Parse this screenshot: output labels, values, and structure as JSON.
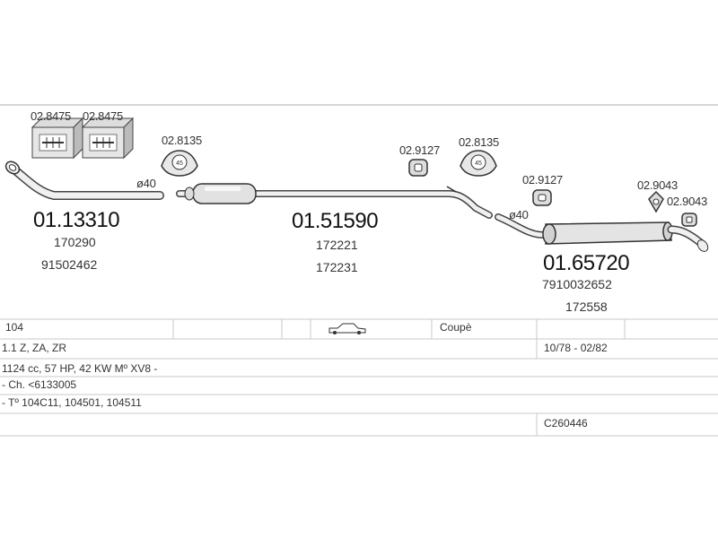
{
  "parts": {
    "p1": {
      "number": "01.13310",
      "refs": [
        "170290",
        "91502462"
      ]
    },
    "p2": {
      "number": "01.51590",
      "refs": [
        "172221",
        "172231"
      ]
    },
    "p3": {
      "number": "01.65720",
      "refs": [
        "7910032652",
        "172558"
      ]
    }
  },
  "accessories": {
    "clamp_a": "02.8475",
    "clamp_b": "02.8475",
    "gasket_a": "02.8135",
    "gasket_b": "02.8135",
    "hanger_a": "02.9127",
    "hanger_b": "02.9127",
    "hanger_c": "02.9043",
    "hanger_d": "02.9043"
  },
  "diameters": {
    "d1": "ø40",
    "d2": "ø40"
  },
  "gasket_size": "45",
  "vehicle": {
    "model": "104",
    "body_type": "Coupè",
    "engine": "1.1 Z, ZA, ZR",
    "years": "10/78 - 02/82",
    "specs": "1124 cc, 57 HP, 42 KW Mº XV8 -",
    "chassis": "- Ch. <6133005",
    "type_codes": "- Tº 104C11, 104501, 104511",
    "catalog_code": "C260446"
  },
  "icons": {
    "vehicle": "car-icon",
    "clamp": "clamp-box-icon",
    "gasket": "gasket-icon",
    "hanger": "hanger-icon"
  },
  "colors": {
    "line": "#c8c8c8",
    "stroke": "#444444",
    "pipe_fill": "#f0f0f0"
  }
}
